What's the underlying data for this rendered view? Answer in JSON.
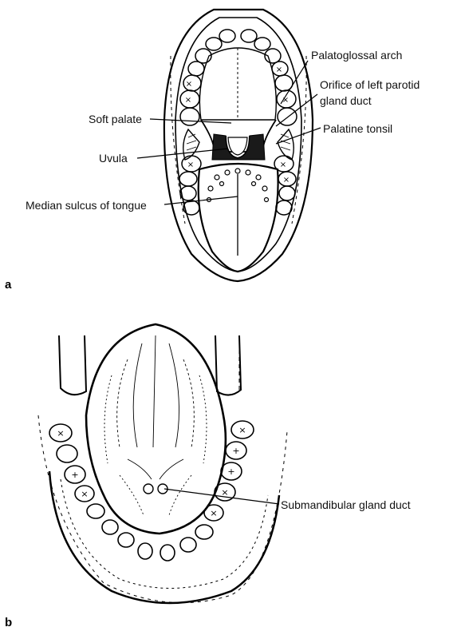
{
  "figure": {
    "panel_a": {
      "letter": "a",
      "labels": {
        "palatoglossal_arch": "Palatoglossal arch",
        "parotid_line1": "Orifice of left parotid",
        "parotid_line2": "gland duct",
        "soft_palate": "Soft palate",
        "palatine_tonsil": "Palatine tonsil",
        "uvula": "Uvula",
        "median_sulcus": "Median sulcus of tongue"
      }
    },
    "panel_b": {
      "letter": "b",
      "labels": {
        "submandibular_duct": "Submandibular gland duct"
      }
    }
  }
}
